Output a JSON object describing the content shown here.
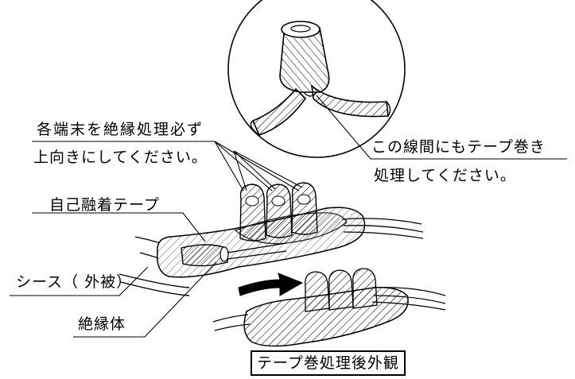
{
  "labels": {
    "terminal_instruction_line1": "各端末を絶縁処理必ず",
    "terminal_instruction_line2": "上向きにしてください。",
    "between_wires_line1": "この線間にもテープ巻き",
    "between_wires_line2": "処理してください。",
    "self_fusing_tape": "自己融着テープ",
    "sheath_outer": "シース（ 外被）",
    "insulator": "絶縁体",
    "after_tape_appearance": "テープ巻処理後外観"
  }
}
